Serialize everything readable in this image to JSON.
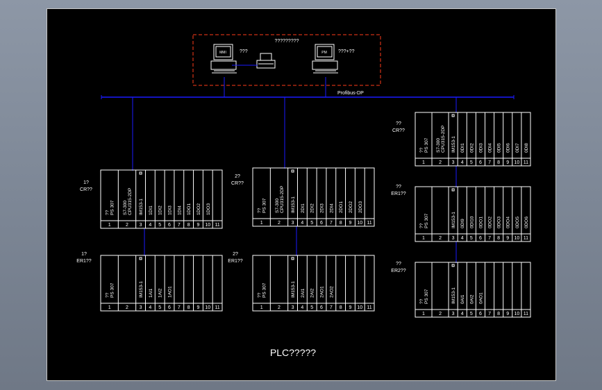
{
  "colors": {
    "background": "#000000",
    "line": "#ffffff",
    "bus": "#1a1aff",
    "station_box": "#ff3b1a",
    "desktop": "#7f8896"
  },
  "drawing": {
    "title": "PLC?????",
    "station_title": "?????????",
    "pc_left_label": "???",
    "pc_right_label": "???+??",
    "bus_label": "Profibus-DP",
    "pc_left_screen": "MMI",
    "pc_right_screen": "PM"
  },
  "racks": [
    {
      "id": "r1-cr",
      "labels": [
        "1?",
        "CR??"
      ],
      "slots": [
        "??|PS 307",
        "S7-300|CPU315-2DP",
        "IM153-1",
        "1DI1",
        "1DI2",
        "1DI3",
        "1DI4",
        "1DO1",
        "1DO2",
        "1DO3"
      ],
      "numbers": [
        "1",
        "2",
        "3",
        "4",
        "5",
        "6",
        "7",
        "8",
        "9",
        "10",
        "11"
      ]
    },
    {
      "id": "r1-er1",
      "labels": [
        "1?",
        "ER1??"
      ],
      "slots": [
        "??|PS 307",
        "",
        "IM153-1",
        "1AI1",
        "1AI2",
        "1AO1",
        "",
        "",
        "",
        ""
      ],
      "numbers": [
        "1",
        "2",
        "3",
        "4",
        "5",
        "6",
        "7",
        "8",
        "9",
        "10",
        "11"
      ]
    },
    {
      "id": "r2-cr",
      "labels": [
        "2?",
        "CR??"
      ],
      "slots": [
        "??|PS 307",
        "S7-300|CPU315-2DP",
        "IM153-1",
        "2DI1",
        "2DI2",
        "2DI3",
        "2DI4",
        "2DO1",
        "2DO2",
        "2DO3"
      ],
      "numbers": [
        "1",
        "2",
        "3",
        "4",
        "5",
        "6",
        "7",
        "8",
        "9",
        "10",
        "11"
      ]
    },
    {
      "id": "r2-er1",
      "labels": [
        "2?",
        "ER1??"
      ],
      "slots": [
        "??|PS 307",
        "",
        "IM153-1",
        "2AI1",
        "2AI2",
        "2AO1",
        "2AO2",
        "",
        "",
        ""
      ],
      "numbers": [
        "1",
        "2",
        "3",
        "4",
        "5",
        "6",
        "7",
        "8",
        "9",
        "10",
        "11"
      ]
    },
    {
      "id": "r3-cr",
      "labels": [
        "??",
        "CR??"
      ],
      "slots": [
        "??|PS 307",
        "S7-300|CPU315-2DP",
        "IM153-1",
        "0DI1",
        "0DI2",
        "0DI3",
        "0DI4",
        "0DI5",
        "0DI6",
        "0DI7",
        "0DI8"
      ],
      "numbers": [
        "1",
        "2",
        "3",
        "4",
        "5",
        "6",
        "7",
        "8",
        "9",
        "10",
        "11"
      ]
    },
    {
      "id": "r3-er1",
      "labels": [
        "??",
        "ER1??"
      ],
      "slots": [
        "??|PS 307",
        "",
        "IM153-1",
        "0DI9",
        "0DI10",
        "0DO1",
        "0DO2",
        "0DO3",
        "0DO4",
        "0DO5",
        "0DO6"
      ],
      "numbers": [
        "1",
        "2",
        "3",
        "4",
        "5",
        "6",
        "7",
        "8",
        "9",
        "10",
        "11"
      ]
    },
    {
      "id": "r3-er2",
      "labels": [
        "??",
        "ER2??"
      ],
      "slots": [
        "??|PS 307",
        "",
        "IM153-1",
        "0AI1",
        "0AI2",
        "0AO1",
        "",
        "",
        "",
        ""
      ],
      "numbers": [
        "1",
        "2",
        "3",
        "4",
        "5",
        "6",
        "7",
        "8",
        "9",
        "10",
        "11"
      ]
    }
  ]
}
